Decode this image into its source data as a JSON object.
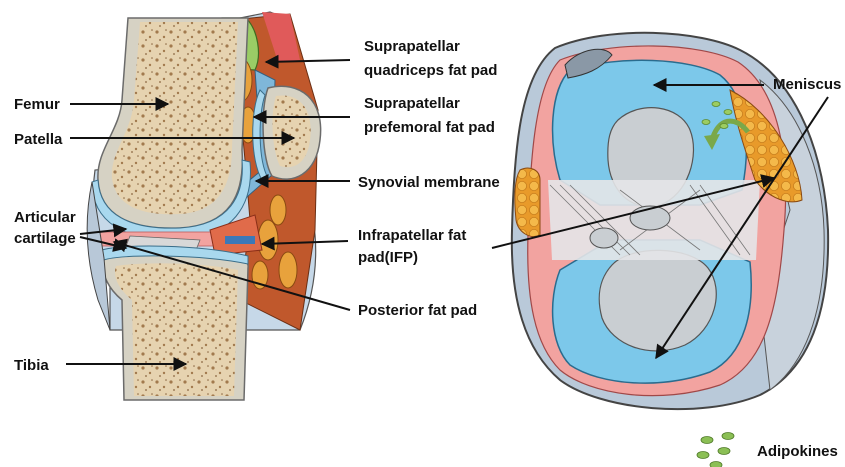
{
  "labels": {
    "femur": "Femur",
    "patella": "Patella",
    "articular_cartilage_line1": "Articular",
    "articular_cartilage_line2": "cartilage",
    "tibia": "Tibia",
    "suprapatellar_quadriceps_line1": "Suprapatellar",
    "suprapatellar_quadriceps_line2": "quadriceps fat pad",
    "suprapatellar_prefemoral_line1": "Suprapatellar",
    "suprapatellar_prefemoral_line2": "prefemoral fat pad",
    "synovial_membrane": "Synovial membrane",
    "infrapatellar_line1": "Infrapatellar fat",
    "infrapatellar_line2": "pad(IFP)",
    "posterior_fat_pad": "Posterior fat pad",
    "meniscus": "Meniscus",
    "adipokines": "Adipokines"
  },
  "colors": {
    "bone": "#eadcc0",
    "bone_texture": "#b08a5a",
    "cartilage": "#a9d8ee",
    "synovium": "#f2a3a0",
    "fat_pad": "#e8a23c",
    "muscle": "#c45a2a",
    "meniscus_blue": "#7cc8ea",
    "adipokine_green": "#8bbf55"
  },
  "icons": {
    "adipokines_legend": "adipokine-dots-icon",
    "arrow": "arrow-icon"
  }
}
